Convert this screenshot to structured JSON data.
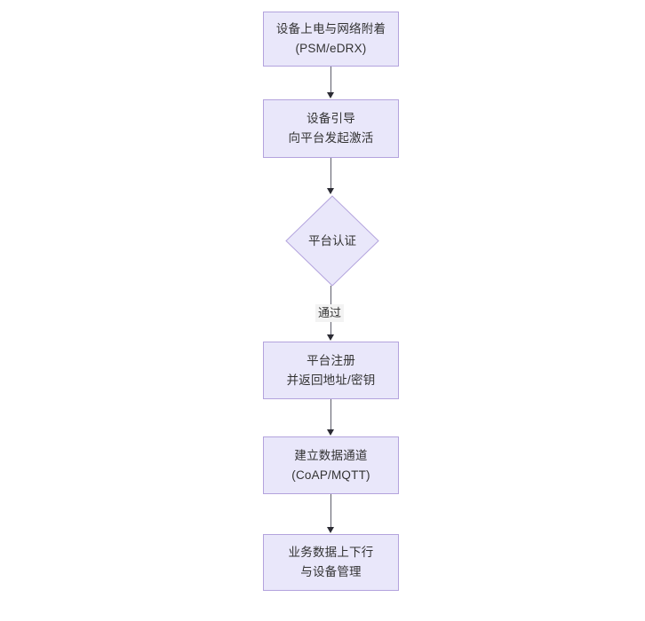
{
  "diagram": {
    "type": "flowchart",
    "orientation": "top-to-bottom",
    "title": "",
    "colors": {
      "node_fill": "#e9e7fa",
      "node_border": "#b3a3dd",
      "text": "#333333",
      "connector": "#5d5d6b",
      "arrowhead": "#2b2b33",
      "edge_label_bg": "#f3f3f3",
      "canvas_bg": "#ffffff"
    },
    "nodes": [
      {
        "id": "n1",
        "shape": "rectangle",
        "line1": "设备上电与网络附着",
        "line2": "(PSM/eDRX)"
      },
      {
        "id": "n2",
        "shape": "rectangle",
        "line1": "设备引导",
        "line2": "向平台发起激活"
      },
      {
        "id": "n3",
        "shape": "diamond",
        "line1": "平台认证",
        "line2": ""
      },
      {
        "id": "n4",
        "shape": "rectangle",
        "line1": "平台注册",
        "line2": "并返回地址/密钥"
      },
      {
        "id": "n5",
        "shape": "rectangle",
        "line1": "建立数据通道",
        "line2": "(CoAP/MQTT)"
      },
      {
        "id": "n6",
        "shape": "rectangle",
        "line1": "业务数据上下行",
        "line2": "与设备管理"
      }
    ],
    "edges": [
      {
        "from": "n1",
        "to": "n2",
        "label": ""
      },
      {
        "from": "n2",
        "to": "n3",
        "label": ""
      },
      {
        "from": "n3",
        "to": "n4",
        "label": "通过"
      },
      {
        "from": "n4",
        "to": "n5",
        "label": ""
      },
      {
        "from": "n5",
        "to": "n6",
        "label": ""
      }
    ]
  }
}
